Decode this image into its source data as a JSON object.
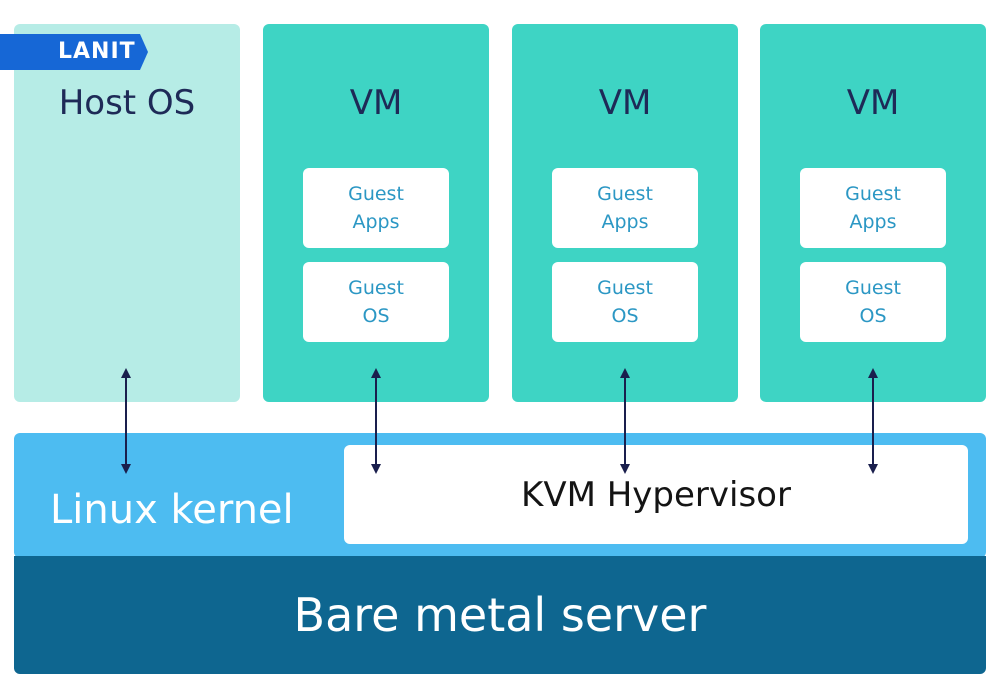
{
  "colors": {
    "host_os_bg": "#b6ece6",
    "vm_bg": "#3ed4c4",
    "kernel_bg": "#4dbcf1",
    "bare_metal_bg": "#0e6690",
    "title_text": "#1e2a57",
    "guest_text": "#2b97c4",
    "arrow": "#1a1f4d",
    "logo_bg": "#1667d6"
  },
  "logo": {
    "text": "LANIT"
  },
  "host_os": {
    "title": "Host OS"
  },
  "vms": [
    {
      "title": "VM",
      "guest_apps": "Guest\nApps",
      "guest_os": "Guest\nOS"
    },
    {
      "title": "VM",
      "guest_apps": "Guest\nApps",
      "guest_os": "Guest\nOS"
    },
    {
      "title": "VM",
      "guest_apps": "Guest\nApps",
      "guest_os": "Guest\nOS"
    }
  ],
  "kernel": {
    "label": "Linux kernel",
    "hypervisor": "KVM Hypervisor"
  },
  "bare_metal": {
    "label": "Bare metal server"
  },
  "arrows": {
    "count": 4,
    "style": "double-headed",
    "connects": [
      "host-os-to-kernel",
      "vm-to-hypervisor",
      "vm-to-hypervisor",
      "vm-to-hypervisor"
    ]
  }
}
